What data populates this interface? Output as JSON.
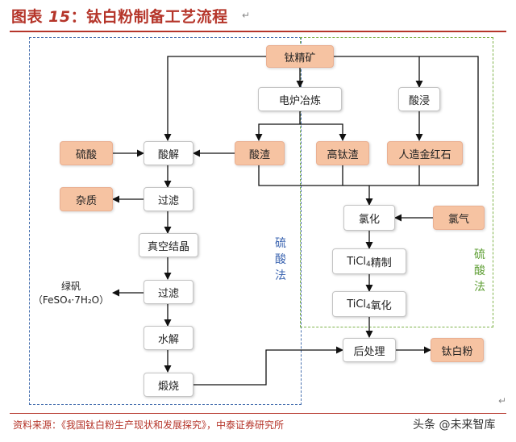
{
  "title": {
    "prefix": "图表",
    "number": "15",
    "colon": "：",
    "text": "钛白粉制备工艺流程"
  },
  "regions": {
    "sulfuric": "硫酸法",
    "chloride": "硫酸法"
  },
  "nodes": {
    "ti_concentrate": "钛精矿",
    "electric_furnace": "电炉冶炼",
    "acid_leach": "酸浸",
    "sulfuric_acid": "硫酸",
    "acidolysis": "酸解",
    "acid_slag": "酸渣",
    "high_ti_slag": "高钛渣",
    "synthetic_rutile": "人造金红石",
    "impurities": "杂质",
    "filtration_1": "过滤",
    "vacuum_crystallization": "真空结晶",
    "filtration_2": "过滤",
    "hydrolysis": "水解",
    "calcination": "煅烧",
    "chlorination": "氯化",
    "chlorine": "氯气",
    "ticl4_refine_prefix": "TiCl",
    "ticl4_refine_sub": "4",
    "ticl4_refine_suffix": "精制",
    "ticl4_oxidation_prefix": "TiCl",
    "ticl4_oxidation_sub": "4",
    "ticl4_oxidation_suffix": "氧化",
    "post_treatment": "后处理",
    "ti_dioxide": "钛白粉"
  },
  "byproduct": {
    "name": "绿矾",
    "formula": "（FeSO₄·7H₂O）"
  },
  "source": "资料来源：《我国钛白粉生产现状和发展探究》，中泰证券研究所",
  "watermark": "头条 @未来智库",
  "colors": {
    "title_red": "#b5352a",
    "orange_box": "#f6c3a2",
    "blue_region": "#4a72b0",
    "green_region": "#7fb24a"
  }
}
